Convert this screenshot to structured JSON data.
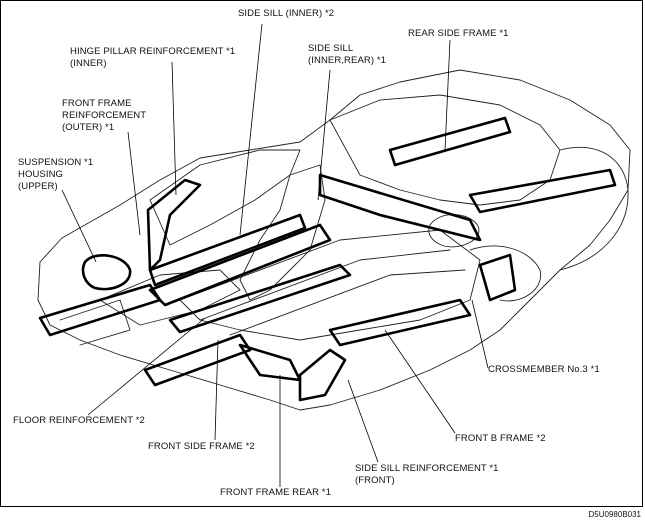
{
  "labels": {
    "side_sill_inner": "SIDE SILL (INNER) *2",
    "hinge_pillar_1": "HINGE PILLAR REINFORCEMENT *1",
    "hinge_pillar_2": "(INNER)",
    "side_sill_inner_rear_1": "SIDE SILL",
    "side_sill_inner_rear_2": "(INNER,REAR) *1",
    "rear_side_frame": "REAR SIDE FRAME *1",
    "front_frame_outer_1": "FRONT FRAME",
    "front_frame_outer_2": "REINFORCEMENT",
    "front_frame_outer_3": "(OUTER) *1",
    "suspension_1": "SUSPENSION *1",
    "suspension_2": "HOUSING",
    "suspension_3": "(UPPER)",
    "crossmember_3": "CROSSMEMBER No.3 *1",
    "floor_reinforcement": "FLOOR REINFORCEMENT *2",
    "front_b_frame": "FRONT B FRAME *2",
    "front_side_frame": "FRONT SIDE FRAME *2",
    "side_sill_reinf_1": "SIDE SILL REINFORCEMENT *1",
    "side_sill_reinf_2": "(FRONT)",
    "front_frame_rear": "FRONT FRAME REAR *1"
  },
  "figure_code": "D5U0980B031",
  "colors": {
    "line": "#111111",
    "background": "#ffffff"
  }
}
